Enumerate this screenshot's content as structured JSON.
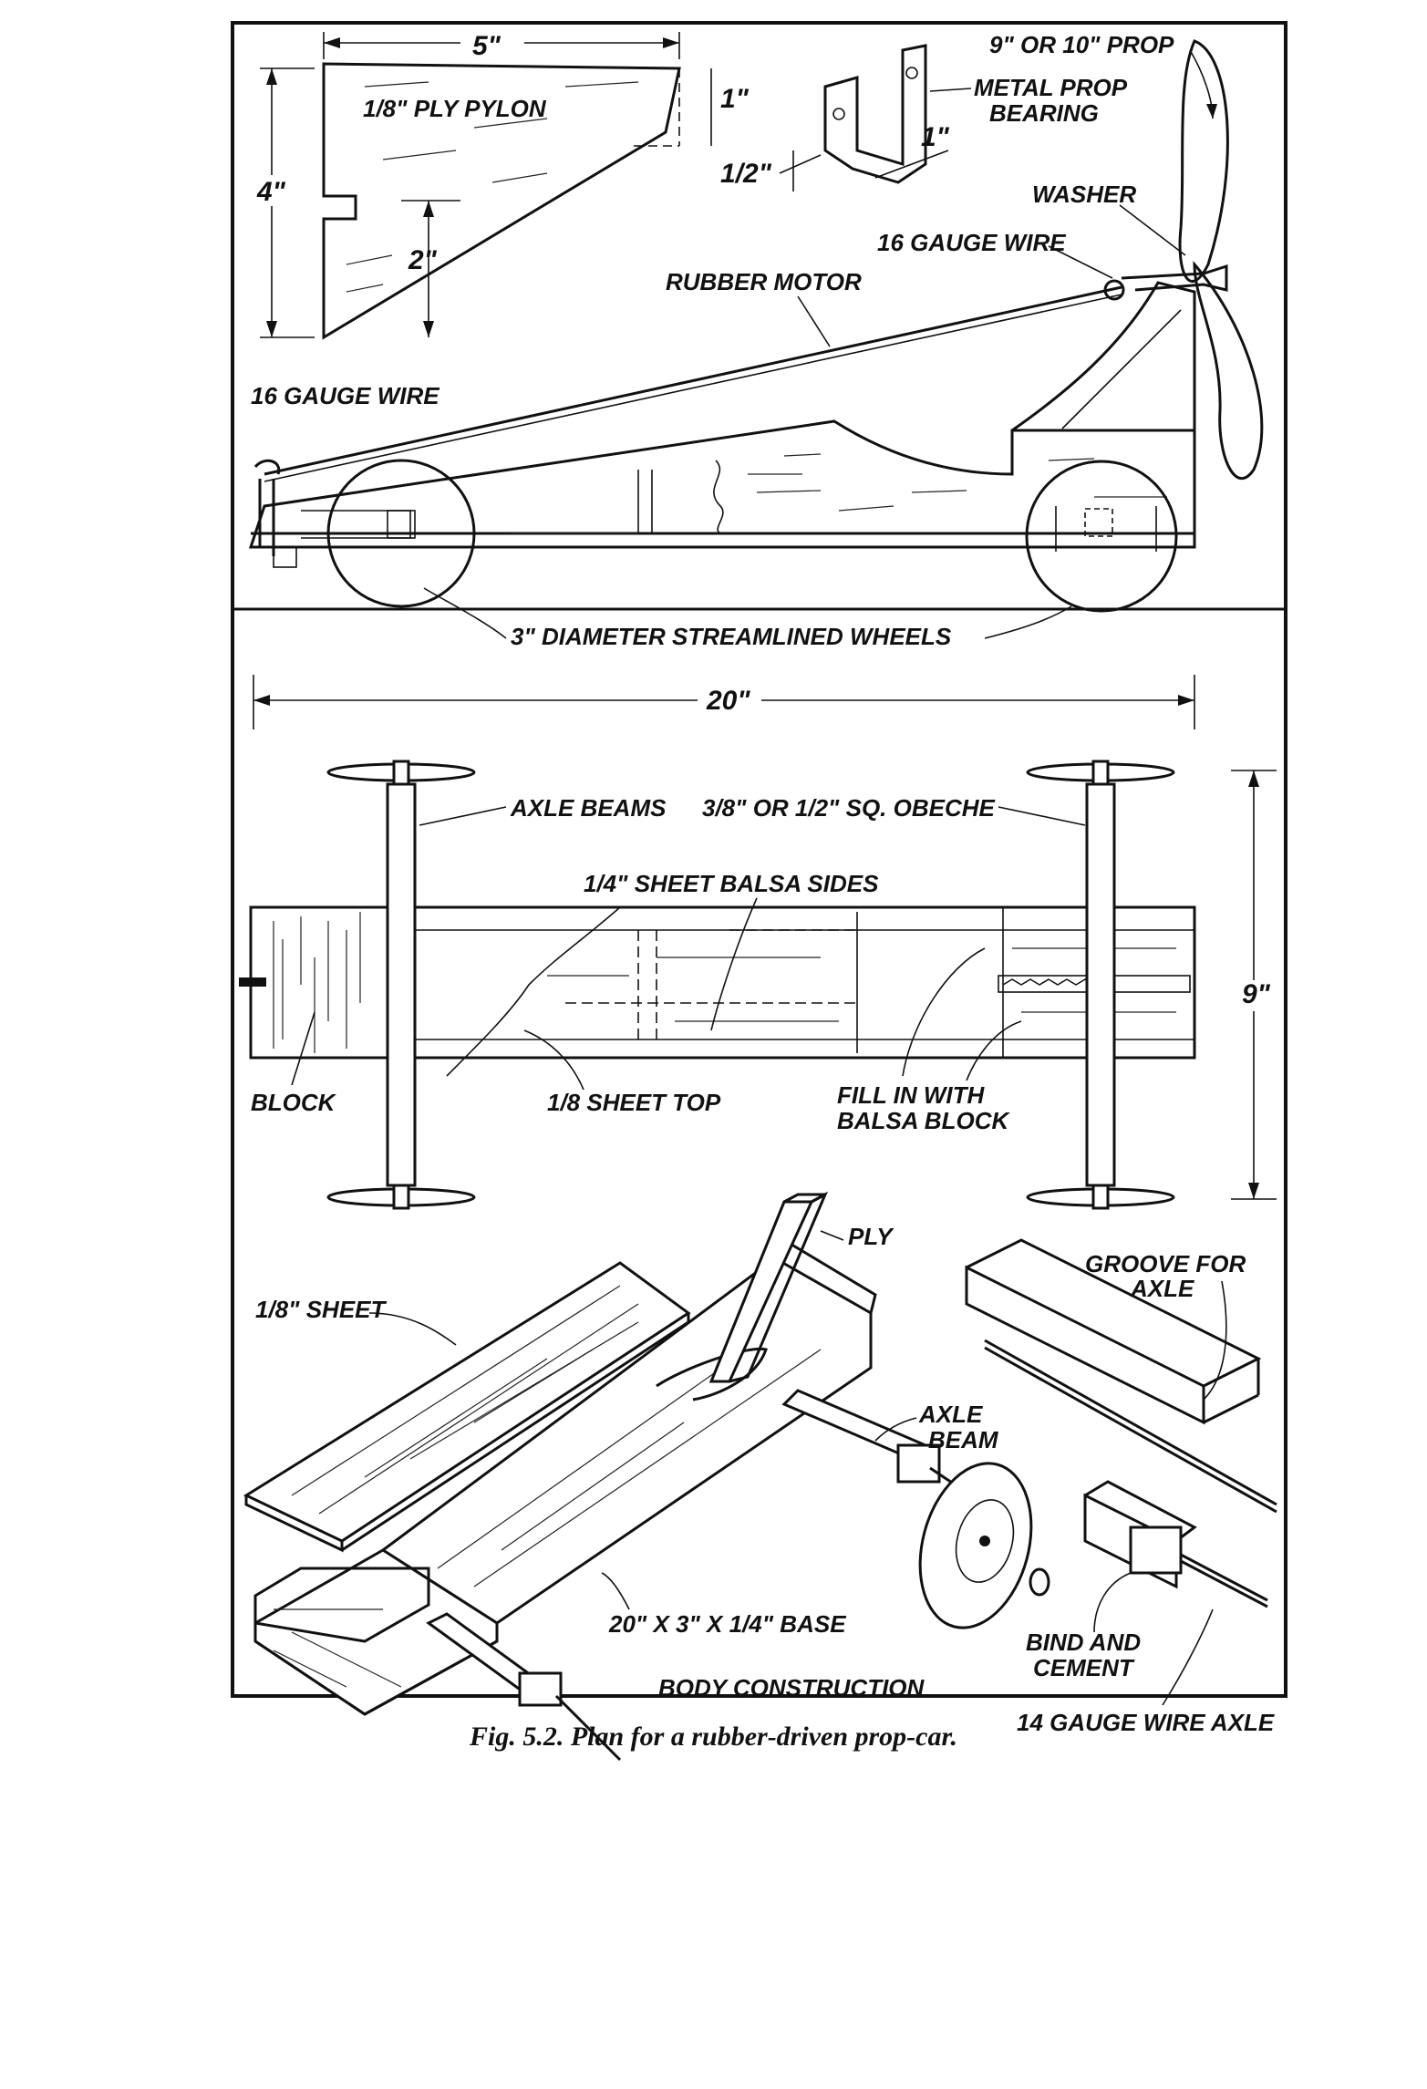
{
  "labels": {
    "pylon": "1/8\" PLY PYLON",
    "dim_5": "5\"",
    "dim_1": "1\"",
    "dim_4": "4\"",
    "dim_2": "2\"",
    "dim_half": "1/2\"",
    "dim_1b": "1\"",
    "prop": "9\" OR 10\" PROP",
    "prop_bearing_1": "METAL PROP",
    "prop_bearing_2": "BEARING",
    "washer": "WASHER",
    "gauge_wire_top": "16 GAUGE WIRE",
    "rubber_motor": "RUBBER MOTOR",
    "gauge_wire_left": "16 GAUGE WIRE",
    "wheels": "3\" DIAMETER STREAMLINED WHEELS",
    "dim_20": "20\"",
    "axle_beams": "AXLE BEAMS",
    "obeche": "3/8\" OR 1/2\" SQ. OBECHE",
    "balsa_sides": "1/4\" SHEET BALSA SIDES",
    "dim_9": "9\"",
    "block": "BLOCK",
    "sheet_top": "1/8 SHEET TOP",
    "fill_in_1": "FILL IN WITH",
    "fill_in_2": "BALSA BLOCK",
    "ply": "PLY",
    "sheet": "1/8\" SHEET",
    "groove_1": "GROOVE FOR",
    "groove_2": "AXLE",
    "axle_beam_1": "AXLE",
    "axle_beam_2": "BEAM",
    "base": "20\" X 3\" X 1/4\" BASE",
    "body_construction": "BODY CONSTRUCTION",
    "bind_1": "BIND AND",
    "bind_2": "CEMENT",
    "wire_axle": "14 GAUGE WIRE AXLE"
  },
  "caption": "Fig. 5.2. Plan for a rubber-driven prop-car."
}
